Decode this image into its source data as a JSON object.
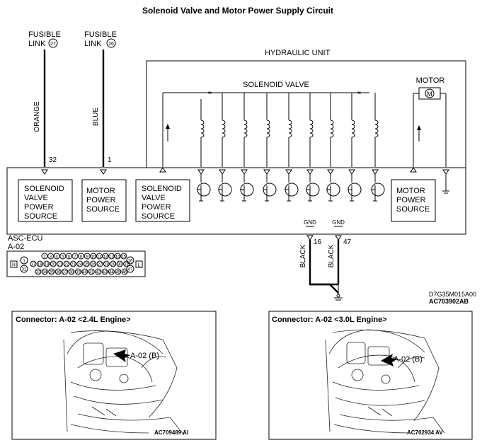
{
  "title": "Solenoid Valve and Motor Power Supply Circuit",
  "fusible_links": [
    {
      "label_line1": "FUSIBLE",
      "label_line2": "LINK",
      "number": "27",
      "wire_color": "ORANGE",
      "pin": "32"
    },
    {
      "label_line1": "FUSIBLE",
      "label_line2": "LINK",
      "number": "26",
      "wire_color": "BLUE",
      "pin": "1"
    }
  ],
  "hydraulic_unit": {
    "label": "HYDRAULIC UNIT",
    "solenoid_label": "SOLENOID VALVE",
    "motor_label": "MOTOR",
    "motor_symbol": "M"
  },
  "ecu_boxes": [
    {
      "lines": [
        "SOLENOID",
        "VALVE",
        "POWER",
        "SOURCE"
      ]
    },
    {
      "lines": [
        "MOTOR",
        "POWER",
        "SOURCE"
      ]
    },
    {
      "lines": [
        "SOLENOID",
        "VALVE",
        "POWER",
        "SOURCE"
      ]
    },
    {
      "lines": [
        "MOTOR",
        "POWER",
        "SOURCE"
      ]
    }
  ],
  "ecu": {
    "name": "ASC-ECU",
    "connector": "A-02"
  },
  "connector_pins": {
    "row1": [
      "2",
      "3",
      "4",
      "5",
      "6",
      "7",
      "8",
      "9",
      "10",
      "11",
      "12",
      "13",
      "14",
      "15"
    ],
    "row2": [
      "17",
      "18",
      "19",
      "20",
      "21",
      "22",
      "23",
      "24",
      "25",
      "26",
      "27",
      "28",
      "29",
      "30",
      "31"
    ],
    "row3": [
      "33",
      "34",
      "35",
      "36",
      "37",
      "38",
      "39",
      "40",
      "41",
      "42",
      "43",
      "44",
      "45",
      "46"
    ],
    "left": [
      "1",
      "32"
    ],
    "right": [
      "16",
      "47"
    ],
    "tag_left": "R",
    "tag_right": "L"
  },
  "ground": {
    "labels": [
      "GND",
      "GND"
    ],
    "pins": [
      "16",
      "47"
    ],
    "wire_colors": [
      "BLACK",
      "BLACK"
    ]
  },
  "codes": [
    "D7G35M015A00",
    "AC703902AB"
  ],
  "connector_views": [
    {
      "title": "Connector: A-02 <2.4L Engine>",
      "callout": "A-02 (B)",
      "code": "AC709489 AI"
    },
    {
      "title": "Connector: A-02 <3.0L Engine>",
      "callout": "A-02 (B)",
      "code": "AC702934 AV"
    }
  ]
}
